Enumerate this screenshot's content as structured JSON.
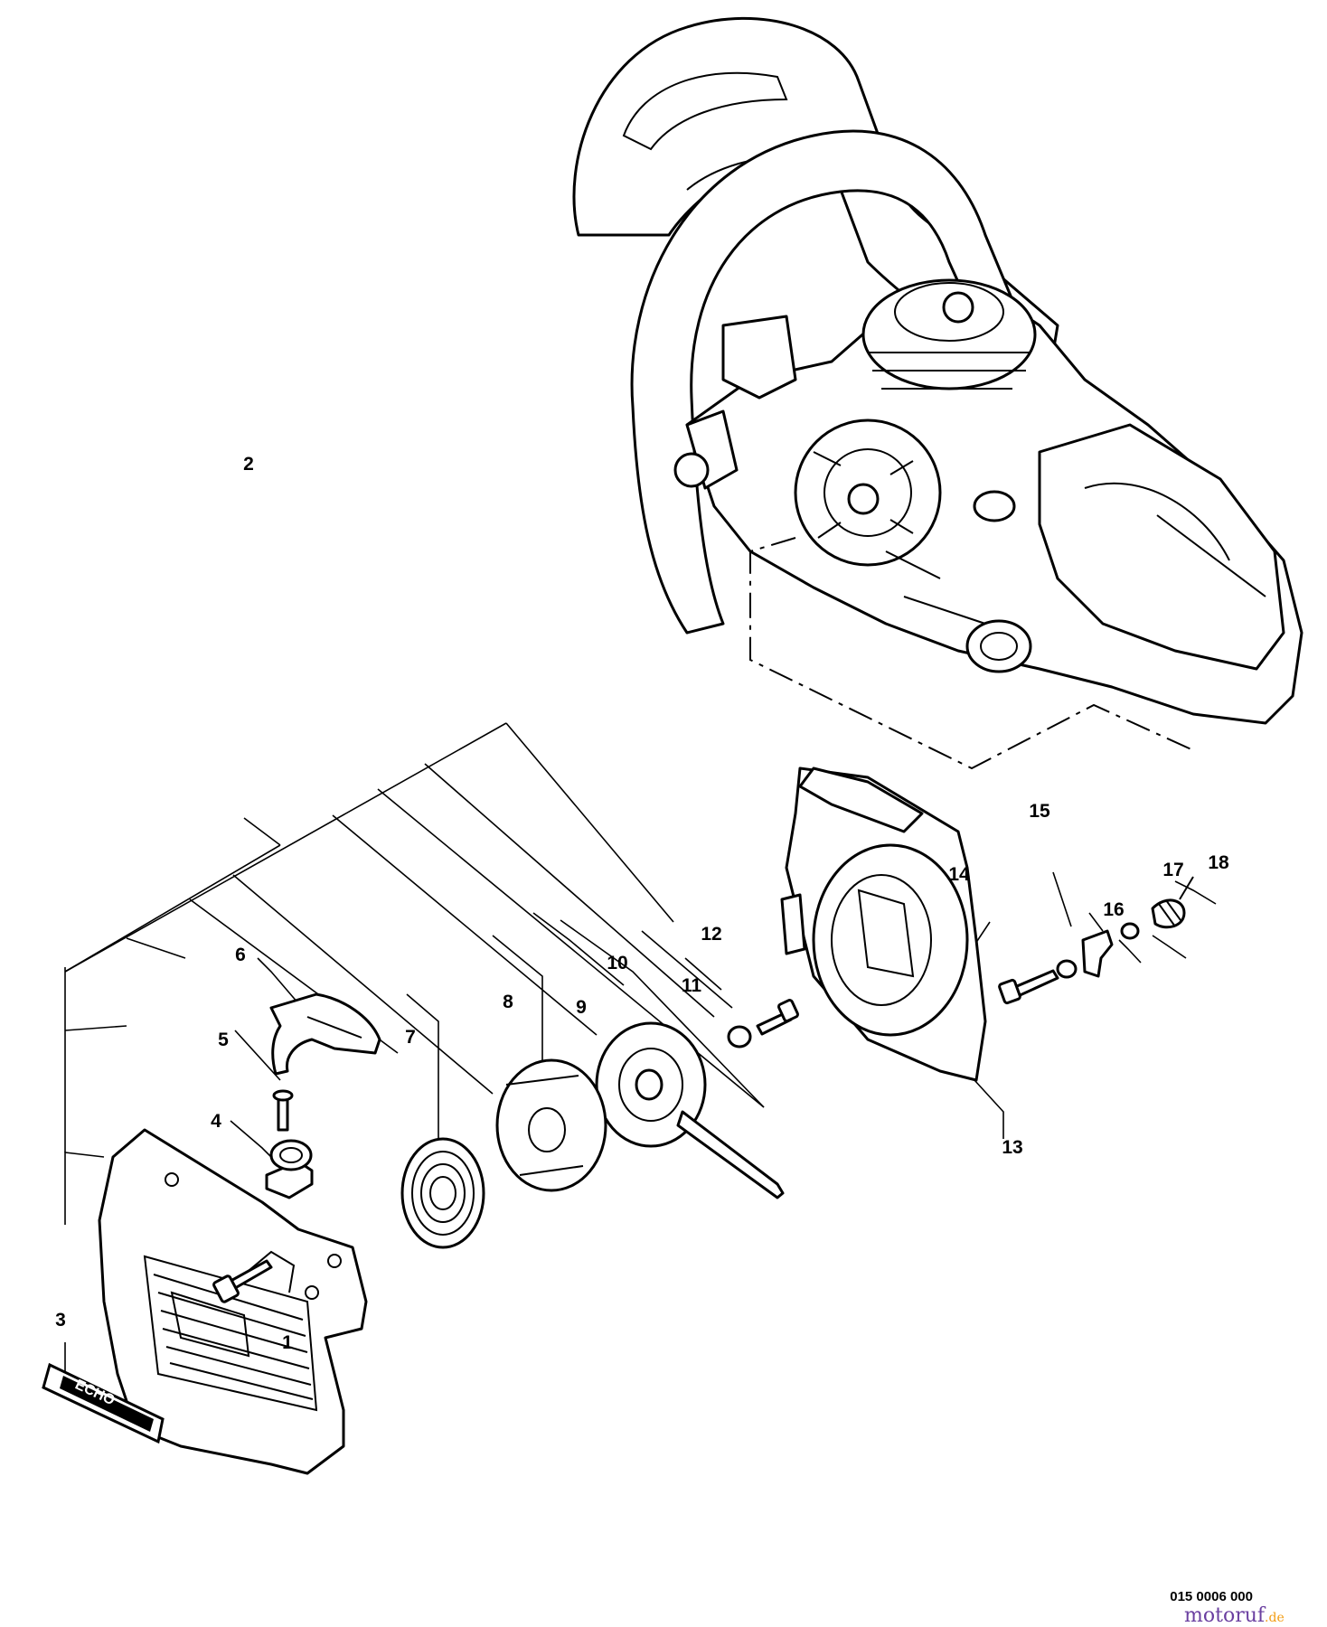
{
  "callouts": [
    "1",
    "2",
    "3",
    "4",
    "5",
    "6",
    "7",
    "8",
    "9",
    "10",
    "11",
    "12",
    "13",
    "14",
    "15",
    "16",
    "17",
    "18"
  ],
  "decal_text": "ECHO",
  "drawing_number": "015 0006 000",
  "watermark": {
    "name": "motoruf",
    "suffix": ".de",
    "color_name": "#6a3fa0",
    "color_suffix": "#f39c12"
  }
}
